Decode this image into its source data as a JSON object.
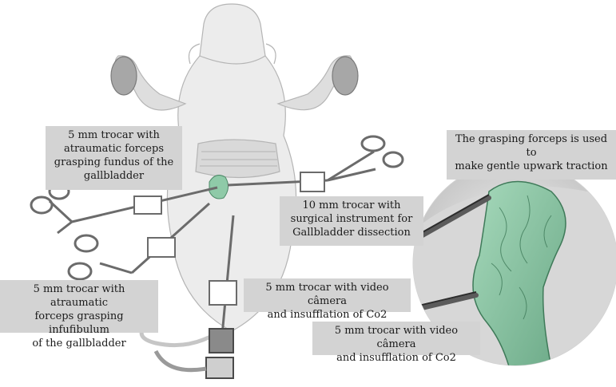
{
  "labels": {
    "fundus": "5 mm trocar with\natraumatic forceps\ngrasping fundus of the\ngallbladder",
    "dissection": "10 mm trocar with\nsurgical instrument for\nGallbladder dissection",
    "infundibulum": "5 mm trocar with atraumatic\nforceps grasping infufibulum\nof the gallbladder",
    "camera_left": "5 mm trocar with video câmera\nand insufflation of Co2",
    "camera_right": "5 mm trocar with video câmera\nand insufflation of Co2",
    "traction": "The grasping forceps is used to\nmake gentle upwark traction"
  },
  "colors": {
    "label_bg": "#d3d3d3",
    "gallbladder": "#8fcaa8",
    "instrument_metal": "#7a7a7a",
    "body_outline": "#9a9a9a"
  }
}
